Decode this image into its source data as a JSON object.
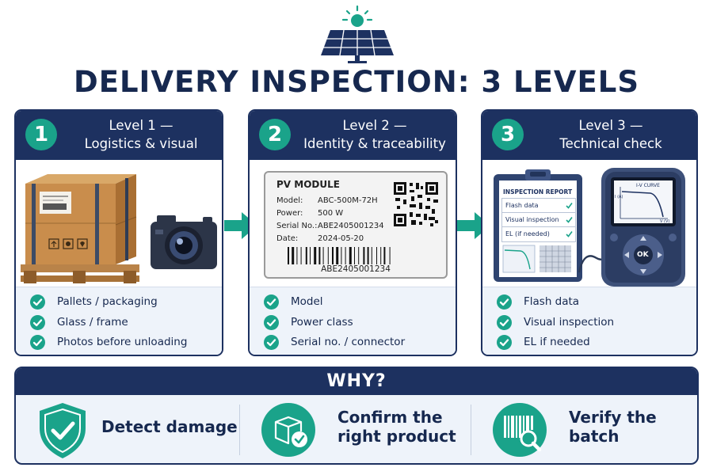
{
  "title": "DELIVERY INSPECTION: 3 LEVELS",
  "levels": [
    {
      "number": "1",
      "title_line1": "Level 1 —",
      "title_line2": "Logistics & visual",
      "checks": [
        "Pallets / packaging",
        "Glass / frame",
        "Photos before unloading"
      ]
    },
    {
      "number": "2",
      "title_line1": "Level 2 —",
      "title_line2": "Identity & traceability",
      "checks": [
        "Model",
        "Power class",
        "Serial no. / connector"
      ],
      "label": {
        "heading": "PV MODULE",
        "rows": [
          {
            "key": "Model:",
            "value": "ABC-500M-72H"
          },
          {
            "key": "Power:",
            "value": "500 W"
          },
          {
            "key": "Serial No.:",
            "value": "ABE2405001234"
          },
          {
            "key": "Date:",
            "value": "2024-05-20"
          }
        ],
        "barcode_text": "ABE2405001234"
      }
    },
    {
      "number": "3",
      "title_line1": "Level 3 —",
      "title_line2": "Technical check",
      "checks": [
        "Flash data",
        "Visual inspection",
        "EL if needed"
      ],
      "report": {
        "heading": "INSPECTION REPORT",
        "rows": [
          "Flash data",
          "Visual inspection",
          "EL (if needed)"
        ]
      },
      "meter": {
        "screen_title": "I-V CURVE",
        "y_label": "I (A)",
        "x_label": "V (V)",
        "ok_label": "OK"
      }
    }
  ],
  "why": {
    "heading": "WHY?",
    "items": [
      {
        "line1": "Detect damage",
        "line2": "",
        "icon": "shield-check-icon"
      },
      {
        "line1": "Confirm the",
        "line2": "right product",
        "icon": "box-check-icon"
      },
      {
        "line1": "Verify the",
        "line2": "batch",
        "icon": "barcode-magnifier-icon"
      }
    ]
  },
  "colors": {
    "navy": "#1d3160",
    "teal": "#1aa38a",
    "light_panel": "#eef3fa"
  }
}
